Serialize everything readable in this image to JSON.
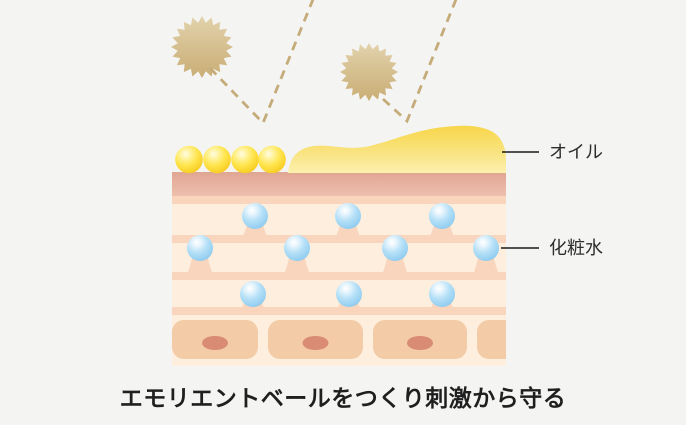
{
  "diagram": {
    "caption": "エモリエントベールをつくり刺激から守る",
    "labels": {
      "oil": "オイル",
      "lotion": "化粧水"
    }
  },
  "icons": [
    "irritant-burst-icon",
    "bounce-ray-dashed-line",
    "oil-bead",
    "moisture-droplet"
  ],
  "colors": {
    "bg": "#f4f4f2",
    "irritant_light": "#e2d2ac",
    "irritant_dark": "#c9ad74",
    "dash": "#c5ab79",
    "oil_top": "#f7d64a",
    "oil_mid": "#f9e380",
    "oil_bottom": "#fcf0ae",
    "bead_hi": "#fffce4",
    "bead_core": "#ffe54f",
    "bead_edge": "#f3c11c",
    "band_top": "#e0a593",
    "band_bottom": "#eebfae",
    "mortar": "#f9d5bd",
    "cell_light": "#fdeedd",
    "basal_cell": "#f3cba6",
    "nucleus": "#d98c73",
    "droplet_hi": "#ffffff",
    "droplet_core": "#b5e0f7",
    "droplet_edge": "#86c5ea",
    "leader_line": "#1a1a1a",
    "text": "#2d2d2d",
    "caption": "#1f1f1f"
  }
}
